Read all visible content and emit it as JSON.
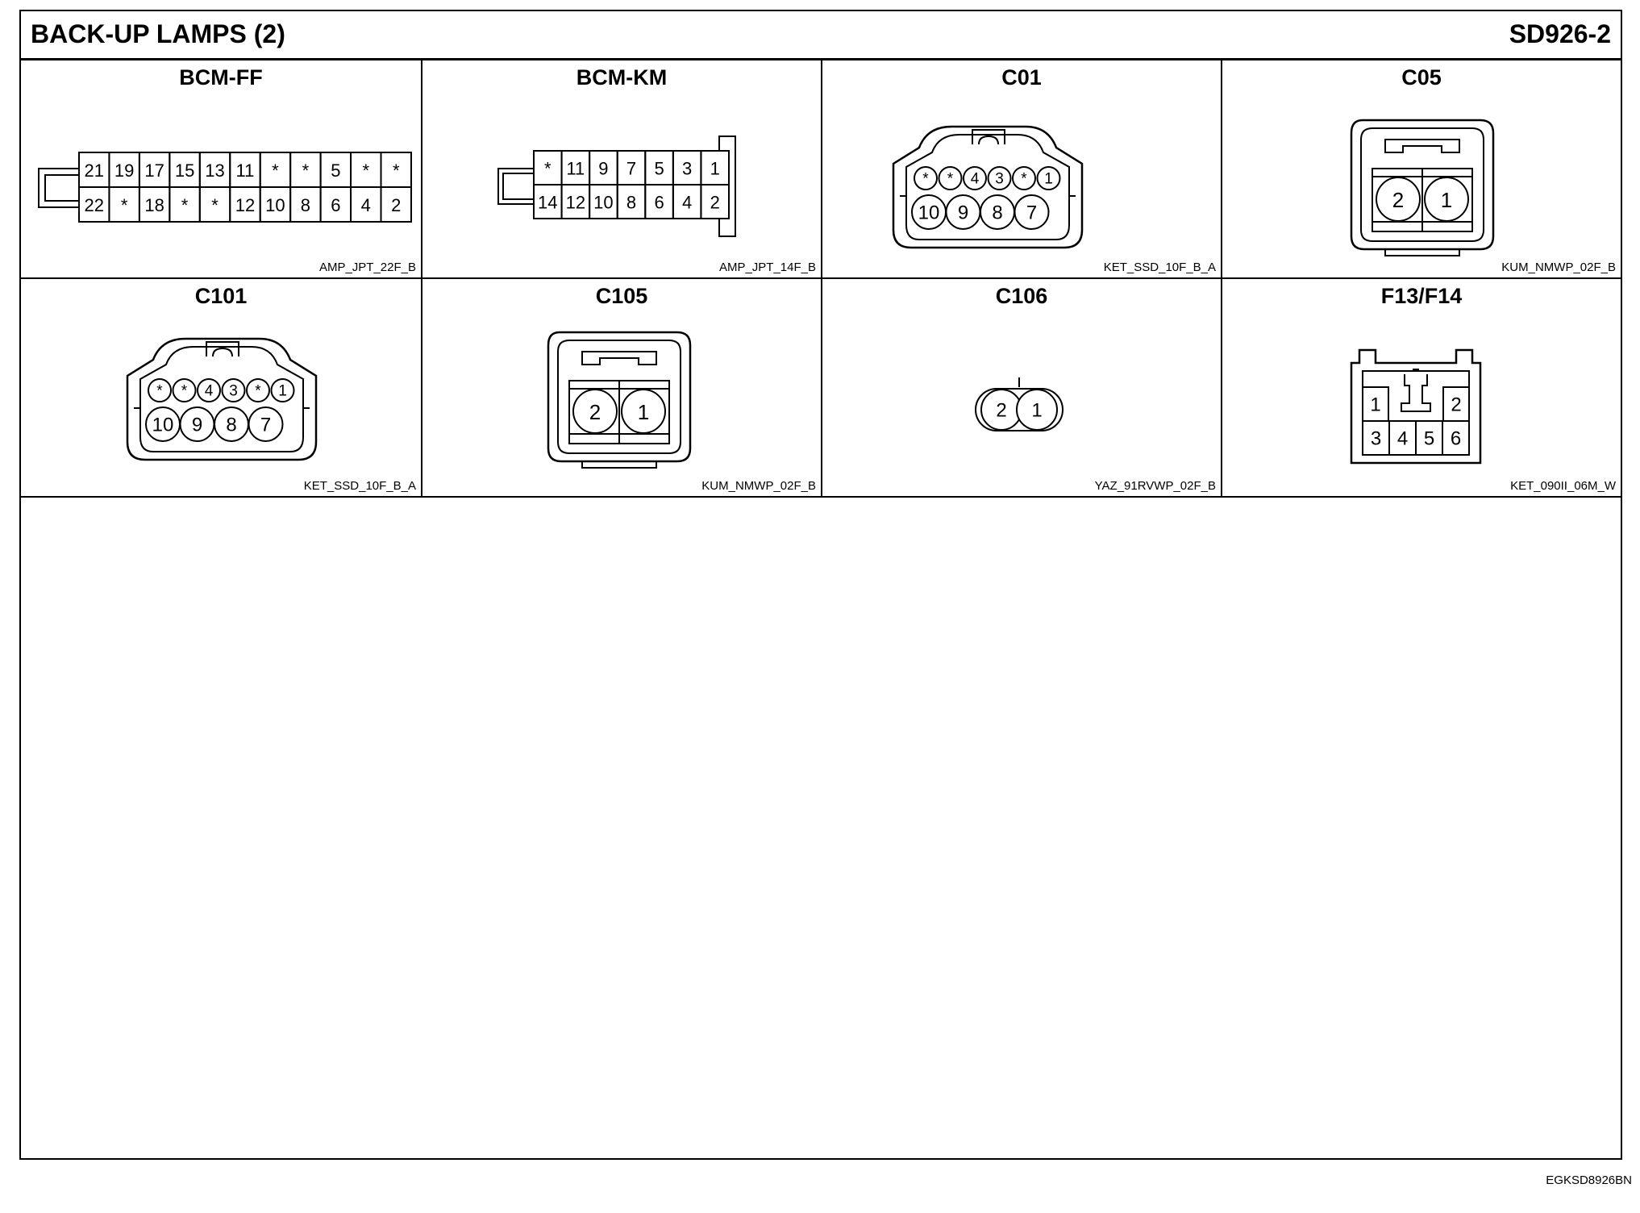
{
  "page": {
    "title": "BACK-UP LAMPS (2)",
    "code": "SD926-2",
    "footer_code": "EGKSD8926BN"
  },
  "connectors": [
    {
      "name": "BCM-FF",
      "part": "AMP_JPT_22F_B",
      "rows": [
        [
          "21",
          "19",
          "17",
          "15",
          "13",
          "11",
          "*",
          "*",
          "5",
          "*",
          "*"
        ],
        [
          "22",
          "*",
          "18",
          "*",
          "*",
          "12",
          "10",
          "8",
          "6",
          "4",
          "2"
        ]
      ]
    },
    {
      "name": "BCM-KM",
      "part": "AMP_JPT_14F_B",
      "rows": [
        [
          "*",
          "11",
          "9",
          "7",
          "5",
          "3",
          "1"
        ],
        [
          "14",
          "12",
          "10",
          "8",
          "6",
          "4",
          "2"
        ]
      ]
    },
    {
      "name": "C01",
      "part": "KET_SSD_10F_B_A",
      "rows": [
        [
          "*",
          "*",
          "4",
          "3",
          "*",
          "1"
        ],
        [
          "10",
          "9",
          "8",
          "7"
        ]
      ]
    },
    {
      "name": "C05",
      "part": "KUM_NMWP_02F_B",
      "rows": [
        [
          "2",
          "1"
        ]
      ]
    },
    {
      "name": "C101",
      "part": "KET_SSD_10F_B_A",
      "rows": [
        [
          "*",
          "*",
          "4",
          "3",
          "*",
          "1"
        ],
        [
          "10",
          "9",
          "8",
          "7"
        ]
      ]
    },
    {
      "name": "C105",
      "part": "KUM_NMWP_02F_B",
      "rows": [
        [
          "2",
          "1"
        ]
      ]
    },
    {
      "name": "C106",
      "part": "YAZ_91RVWP_02F_B",
      "rows": [
        [
          "2",
          "1"
        ]
      ]
    },
    {
      "name": "F13/F14",
      "part": "KET_090II_06M_W",
      "rows": [
        [
          "1",
          "2"
        ],
        [
          "3",
          "4",
          "5",
          "6"
        ]
      ]
    }
  ]
}
